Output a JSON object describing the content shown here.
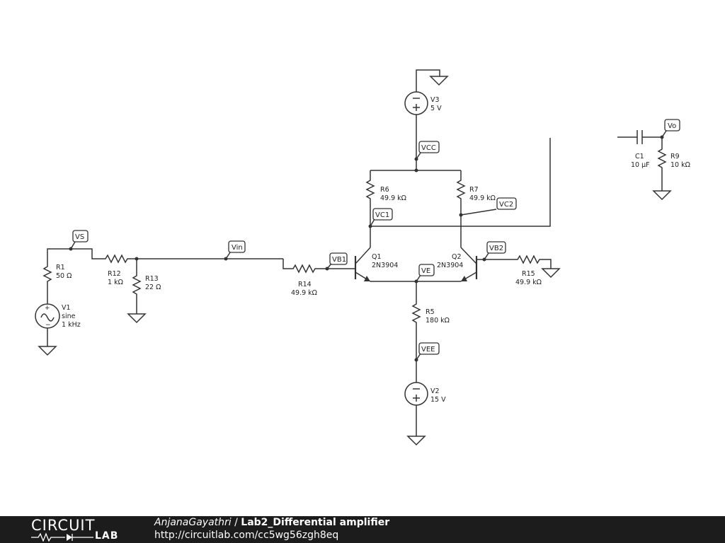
{
  "components": {
    "R1": {
      "name": "R1",
      "value": "50 Ω"
    },
    "V1": {
      "name": "V1",
      "type": "sine",
      "freq": "1 kHz"
    },
    "R12": {
      "name": "R12",
      "value": "1 kΩ"
    },
    "R13": {
      "name": "R13",
      "value": "22 Ω"
    },
    "R14": {
      "name": "R14",
      "value": "49.9 kΩ"
    },
    "R6": {
      "name": "R6",
      "value": "49.9 kΩ"
    },
    "R7": {
      "name": "R7",
      "value": "49.9 kΩ"
    },
    "R5": {
      "name": "R5",
      "value": "180 kΩ"
    },
    "R15": {
      "name": "R15",
      "value": "49.9 kΩ"
    },
    "R9": {
      "name": "R9",
      "value": "10 kΩ"
    },
    "C1": {
      "name": "C1",
      "value": "10 µF"
    },
    "Q1": {
      "name": "Q1",
      "part": "2N3904"
    },
    "Q2": {
      "name": "Q2",
      "part": "2N3904"
    },
    "V3": {
      "name": "V3",
      "value": "5 V"
    },
    "V2": {
      "name": "V2",
      "value": "15 V"
    }
  },
  "nets": {
    "vs": "VS",
    "vin": "Vin",
    "vb1": "VB1",
    "vb2": "VB2",
    "vc1": "VC1",
    "vc2": "VC2",
    "vcc": "VCC",
    "ve": "VE",
    "vee": "VEE",
    "vo": "Vo"
  },
  "footer": {
    "logo_top": "CIRCUIT",
    "logo_bottom": "LAB",
    "author": "AnjanaGayathri",
    "separator": " / ",
    "title": "Lab2_Differential amplifier",
    "url": "http://circuitlab.com/cc5wg56zgh8eq"
  }
}
